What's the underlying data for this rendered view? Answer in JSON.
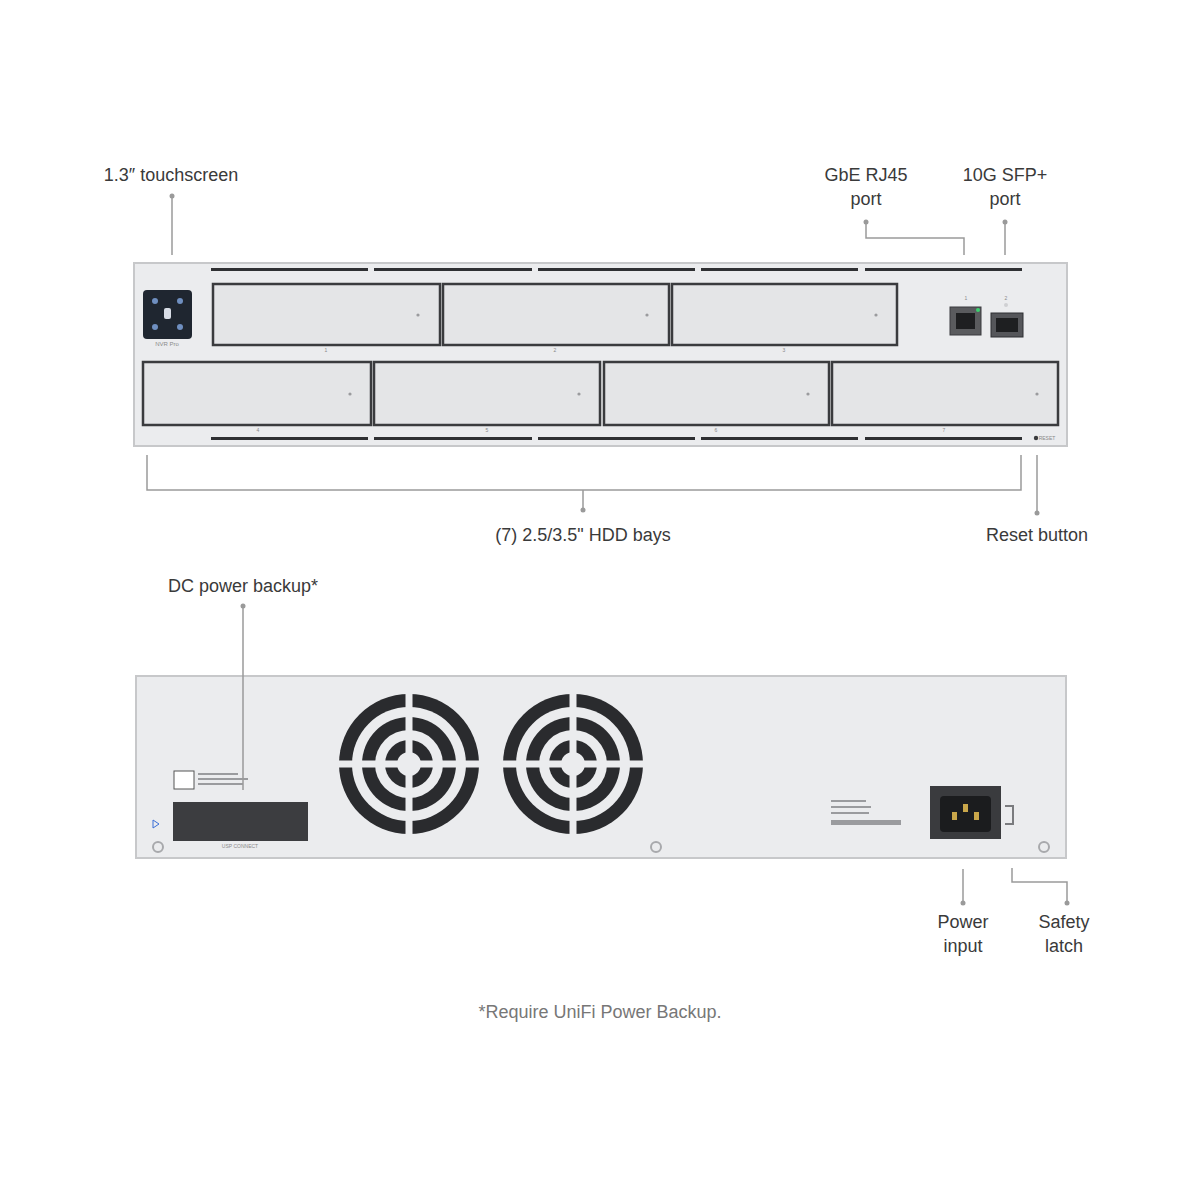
{
  "diagram": {
    "caption": "*Require UniFi Power Backup.",
    "labels": [
      "1.3″ touchscreen",
      "GbE RJ45 port",
      "10G SFP+ port",
      "NVR Pro",
      "1",
      "2",
      "3",
      "4",
      "5",
      "6",
      "7",
      "1",
      "2",
      "RESET",
      "(7) 2.5/3.5\" HDD bays",
      "Reset button",
      "DC power backup*",
      "USP CONNECT",
      "Power input",
      "Safety latch"
    ]
  }
}
